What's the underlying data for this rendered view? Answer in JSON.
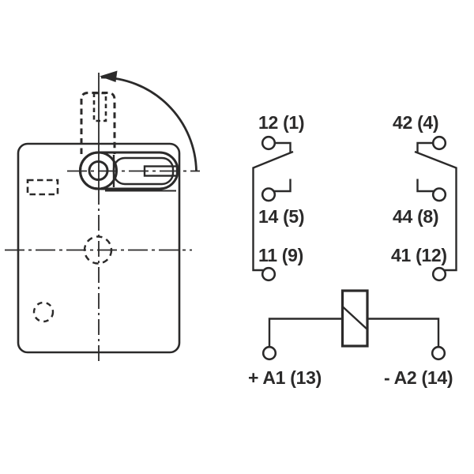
{
  "colors": {
    "background": "#ffffff",
    "line": "#2b2a2a",
    "text": "#2b2a2a"
  },
  "device_drawing": {
    "description_parts": [
      "switch-body",
      "roller-lever",
      "lever-pivot",
      "plunger-hidden-outline",
      "mounting-hole-hidden",
      "cable-entry-hidden",
      "knockout-hidden-rect",
      "rotation-direction-arrow",
      "centerlines"
    ]
  },
  "schematic": {
    "pole_left": {
      "nc_terminal": "12 (1)",
      "no_terminal": "14 (5)",
      "common_terminal": "11 (9)"
    },
    "pole_right": {
      "nc_terminal": "42 (4)",
      "no_terminal": "44 (8)",
      "common_terminal": "41 (12)"
    },
    "coil": {
      "positive_terminal": "+ A1 (13)",
      "negative_terminal": "- A2 (14)"
    }
  }
}
